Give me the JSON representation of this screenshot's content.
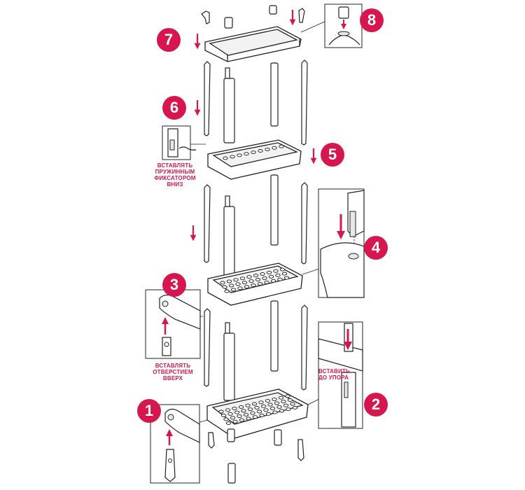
{
  "colors": {
    "accent": "#d6174f",
    "line": "#222222",
    "fill": "#ffffff",
    "shade": "#e8e8e8"
  },
  "steps": [
    {
      "number": "1",
      "arrow": "up"
    },
    {
      "number": "2",
      "arrow": "down"
    },
    {
      "number": "3",
      "arrow": "up"
    },
    {
      "number": "4",
      "arrow": "down"
    },
    {
      "number": "5",
      "arrow": "down"
    },
    {
      "number": "6",
      "arrow": "down"
    },
    {
      "number": "7",
      "arrow": "down"
    },
    {
      "number": "8",
      "arrow": "down"
    }
  ],
  "notes": {
    "insert_spring_lock": [
      "ВСТАВЛЯТЬ",
      "ПРУЖИННЫМ",
      "ФИКСАТОРОМ",
      "ВНИЗ"
    ],
    "insert_hole_up": [
      "ВСТАВЛЯТЬ",
      "ОТВЕРСТИЕМ",
      "ВВЕРХ"
    ],
    "insert_to_stop": [
      "ВСТАВИТЬ",
      "ДО УПОРА"
    ]
  },
  "parts": {
    "top_tray": "solid",
    "middle_tray": "perforated",
    "lower_tray": "perforated",
    "bottom_tray": "perforated",
    "legs_per_tier": 4
  }
}
